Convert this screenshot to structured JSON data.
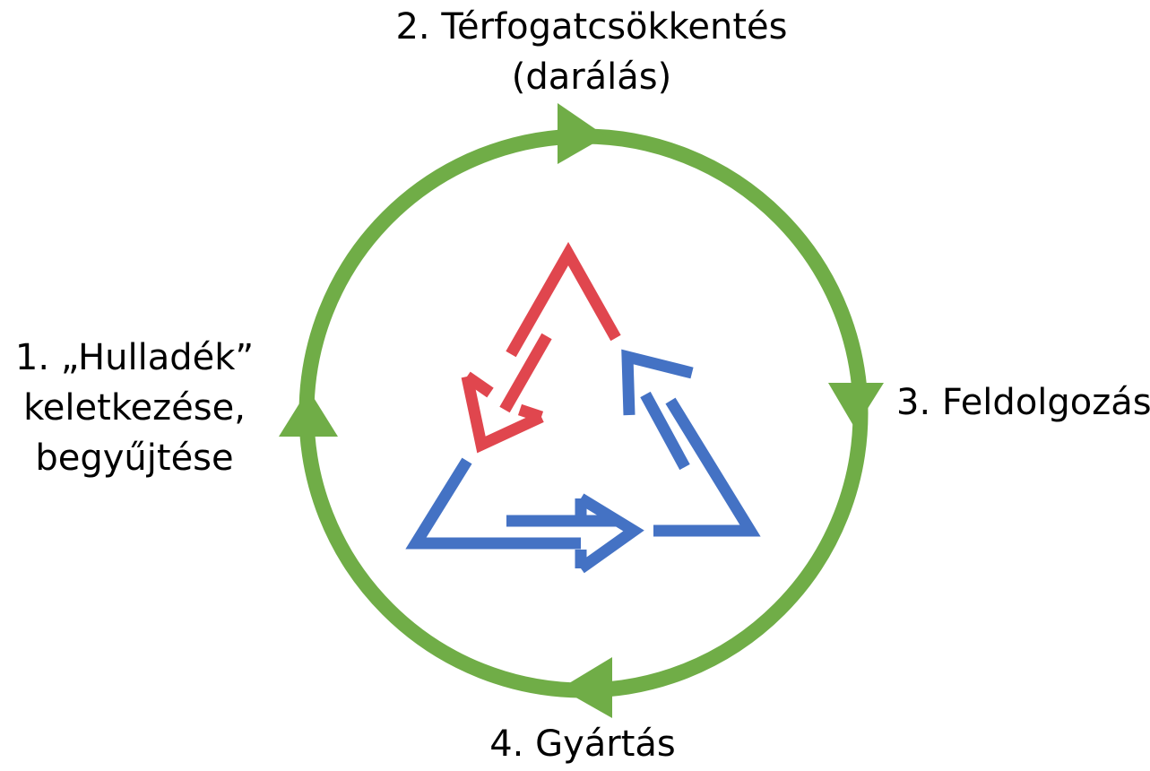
{
  "diagram": {
    "steps": [
      {
        "lines": [
          "1. „Hulladék”",
          "keletkezése,",
          "begyűjtése"
        ]
      },
      {
        "lines": [
          "2. Térfogatcsökkentés",
          "(darálás)"
        ]
      },
      {
        "lines": [
          "3. Feldolgozás"
        ]
      },
      {
        "lines": [
          "4. Gyártás"
        ]
      }
    ],
    "colors": {
      "cycle": "#70AD47",
      "recycle_red": "#E0464E",
      "recycle_blue": "#4472C4",
      "text": "#000000"
    },
    "icons": {
      "cycle": "circular-cycle-arrows",
      "center": "recycling-triangle-icon"
    }
  }
}
